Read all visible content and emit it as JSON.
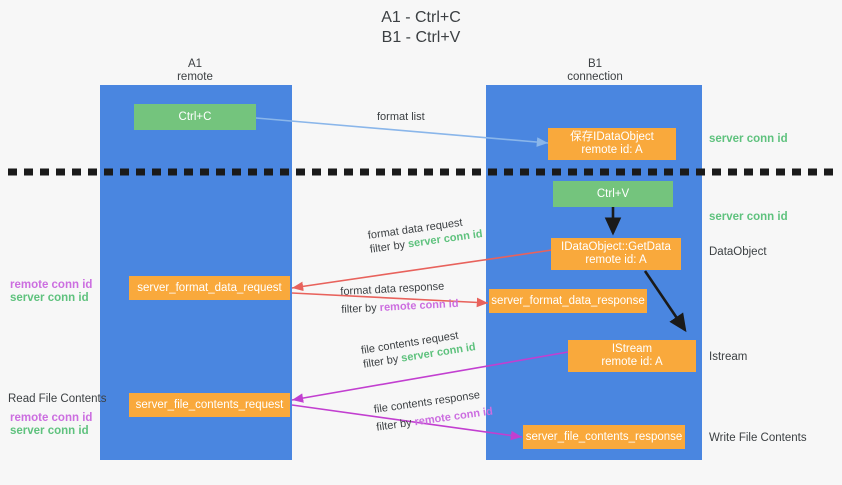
{
  "title": {
    "line1": "A1 - Ctrl+C",
    "line2": "B1 - Ctrl+V"
  },
  "lanes": [
    {
      "id": "a1",
      "name": "A1",
      "sub": "remote"
    },
    {
      "id": "b1",
      "name": "B1",
      "sub": "connection"
    }
  ],
  "nodes": {
    "ctrl_c": {
      "label": "Ctrl+C",
      "color": "#74c47d"
    },
    "save_idataobject": {
      "line1": "保存IDataObject",
      "line2": "remote id: A",
      "color": "#f9a93c"
    },
    "ctrl_v": {
      "label": "Ctrl+V",
      "color": "#74c47d"
    },
    "getdata": {
      "line1": "IDataObject::GetData",
      "line2": "remote id: A",
      "color": "#f9a93c"
    },
    "server_format_data_request": {
      "label": "server_format_data_request",
      "color": "#f9a93c"
    },
    "server_format_data_response": {
      "label": "server_format_data_response",
      "color": "#f9a93c"
    },
    "istream": {
      "line1": "IStream",
      "line2": "remote id: A",
      "color": "#f9a93c"
    },
    "server_file_contents_request": {
      "label": "server_file_contents_request",
      "color": "#f9a93c"
    },
    "server_file_contents_response": {
      "label": "server_file_contents_response",
      "color": "#f9a93c"
    }
  },
  "edges": {
    "format_list": {
      "label": "format list",
      "color": "#8ab6ea"
    },
    "format_data_request": {
      "line1": "format data request",
      "line2_prefix": "filter by ",
      "line2_key": "server conn id",
      "color": "#e8625c"
    },
    "format_data_response": {
      "line1": "format data response",
      "line2_prefix": "filter by ",
      "line2_key": "remote conn id",
      "color": "#e8625c"
    },
    "file_contents_request": {
      "line1": "file contents request",
      "line2_prefix": "filter by ",
      "line2_key": "server conn id",
      "color": "#c23fd0"
    },
    "file_contents_response": {
      "line1": "file contents response",
      "line2_prefix": "filter by ",
      "line2_key": "remote conn id",
      "color": "#c23fd0"
    }
  },
  "right_labels": {
    "server_conn_id_top": "server conn id",
    "server_conn_id_mid": "server conn id",
    "dataobject": "DataObject",
    "istream": "Istream",
    "write_file_contents": "Write File Contents"
  },
  "left_labels": {
    "remote_conn_id_upper": "remote conn id",
    "server_conn_id_upper": "server conn id",
    "read_file_contents": "Read File Contents",
    "remote_conn_id_lower": "remote conn id",
    "server_conn_id_lower": "server conn id"
  },
  "colors": {
    "lane": "#4a86e0",
    "orange": "#f9a93c",
    "green": "#74c47d",
    "green_text": "#5fc27e",
    "purple_text": "#cc6ee0",
    "red_arrow": "#e8625c",
    "magenta_arrow": "#c23fd0",
    "blue_arrow": "#8ab6ea",
    "black_arrow": "#1a1a1a",
    "background": "#f7f7f7"
  }
}
